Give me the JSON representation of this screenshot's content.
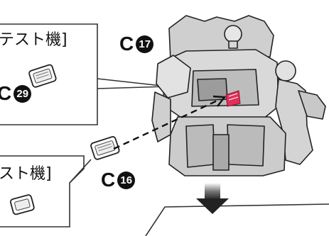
{
  "callouts": {
    "top": {
      "label": "テスト機]",
      "part_letter": "C",
      "part_number": "29"
    },
    "bottom": {
      "label": "スト機]",
      "part_letter": "C",
      "part_number": "16"
    }
  },
  "robot": {
    "part_letter": "C",
    "part_number": "17"
  },
  "step_arrow_icon": "down-arrow-icon",
  "colors": {
    "line": "#111111",
    "highlight": "#e0305a"
  }
}
